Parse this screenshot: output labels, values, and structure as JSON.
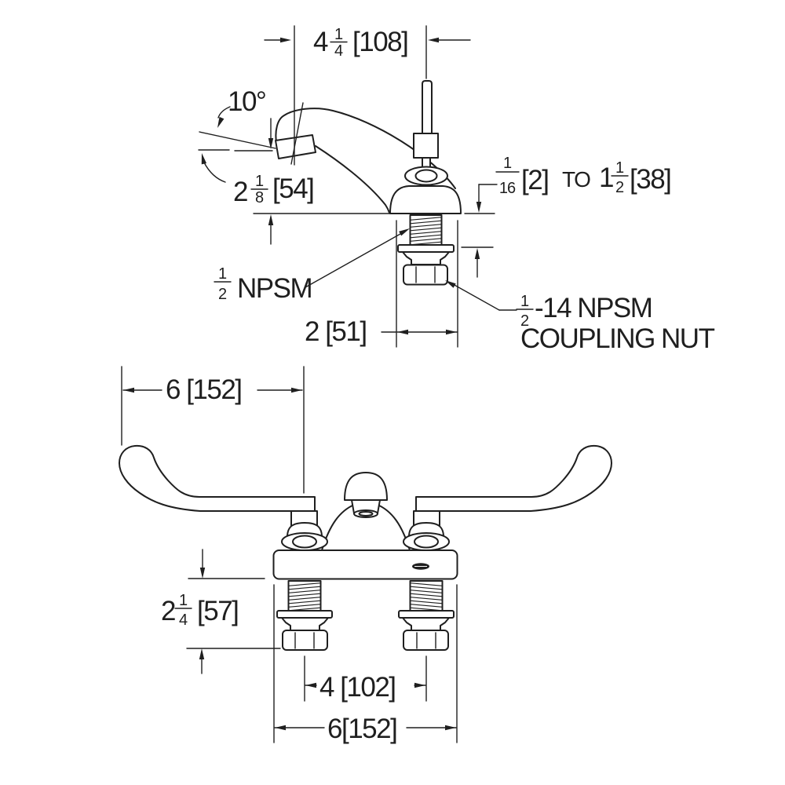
{
  "colors": {
    "background": "#ffffff",
    "line": "#1f1f1f",
    "logo_fill": "#1f1f1f"
  },
  "top_view": {
    "spout_reach": {
      "whole": "4",
      "numerator": "1",
      "denominator": "4",
      "metric": "[108]"
    },
    "spout_angle": "10°",
    "spout_height": {
      "whole": "2",
      "numerator": "1",
      "denominator": "8",
      "metric": "[54]"
    },
    "deck_range": {
      "numerator1": "1",
      "denominator1": "16",
      "metric1": "[2]",
      "joiner": "TO",
      "whole2": "1",
      "numerator2": "1",
      "denominator2": "2",
      "metric2": "[38]"
    },
    "shank_thread": {
      "numerator": "1",
      "denominator": "2",
      "label": "NPSM"
    },
    "body_width": "2 [51]",
    "coupling_nut": {
      "numerator": "1",
      "denominator": "2",
      "suffix": "-14 NPSM",
      "line2": "COUPLING NUT"
    }
  },
  "front_view": {
    "handle_length": "6 [152]",
    "below_deck_length": {
      "whole": "2",
      "numerator": "1",
      "denominator": "4",
      "metric": "[57]"
    },
    "faucet_centers": "4 [102]",
    "overall_width": "6[152]",
    "logo": "brand-badge-oval"
  }
}
